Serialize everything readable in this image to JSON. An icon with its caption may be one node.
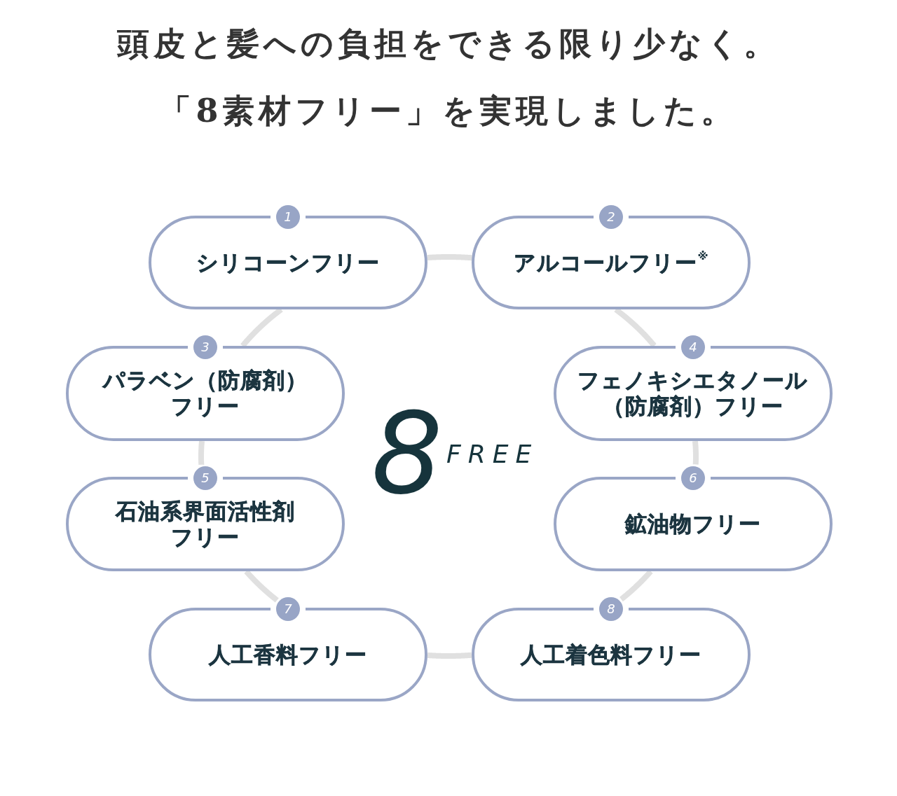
{
  "diagram": {
    "title": "頭皮と髪への負担をできる限り少なく。「8素材フリー」を実現しました。",
    "nodes": [
      {
        "text": [
          "1",
          "シリコーンフリー"
        ]
      },
      {
        "text": [
          "2",
          "アルコールフリー$^{※}$"
        ]
      },
      {
        "text": [
          "3",
          "パラベン（防腐剤）フリー"
        ]
      },
      {
        "text": [
          "4",
          "フェノキシエタノール（防腐剤）フリー"
        ]
      },
      {
        "text": [
          "5",
          "石油系界面活性剤フリー"
        ]
      },
      {
        "text": [
          "6",
          "鉱油物フリー"
        ]
      },
      {
        "text": [
          "7",
          "人工香料フリー"
        ]
      },
      {
        "text": [
          "8",
          "人工着色料フリー"
        ]
      }
    ],
    "edges": [
      {
        "from": 0,
        "to": 1,
        "arrow": "none"
      },
      {
        "from": 0,
        "to": 2,
        "arrow": "none"
      },
      {
        "from": 1,
        "to": 3,
        "arrow": "none"
      },
      {
        "from": 2,
        "to": 4,
        "arrow": "none"
      },
      {
        "from": 3,
        "to": 5,
        "arrow": "none"
      },
      {
        "from": 4,
        "to": 6,
        "arrow": "none"
      },
      {
        "from": 5,
        "to": 7,
        "arrow": "none"
      },
      {
        "from": 6,
        "to": 7,
        "arrow": "none"
      }
    ],
    "labels": [
      "8",
      "FREE"
    ]
  }
}
